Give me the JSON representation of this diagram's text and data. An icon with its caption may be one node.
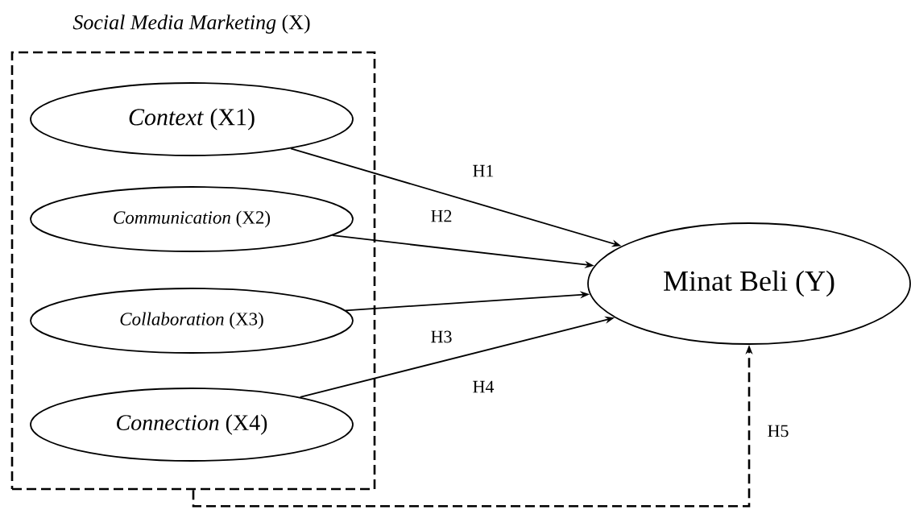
{
  "diagram": {
    "nodes": [
      {
        "text": [
          "*Social Media Marketing* (X)"
        ]
      },
      {
        "text": [
          "*Context* (X1)"
        ],
        "in": 0
      },
      {
        "text": [
          "*Communication* (X2)"
        ],
        "in": 0
      },
      {
        "text": [
          "*Collaboration* (X3)"
        ],
        "in": 0
      },
      {
        "text": [
          "*Connection* (X4)"
        ],
        "in": 0
      },
      {
        "text": [
          "Minat Beli (Y)"
        ]
      }
    ],
    "edges": [
      {
        "from": 1,
        "to": 5,
        "arrow": "to",
        "label": "H1"
      },
      {
        "from": 2,
        "to": 5,
        "arrow": "to",
        "label": "H2"
      },
      {
        "from": 3,
        "to": 5,
        "arrow": "to",
        "label": "H3"
      },
      {
        "from": 4,
        "to": 5,
        "arrow": "to",
        "label": "H4"
      },
      {
        "from": 0,
        "to": 5,
        "arrow": "to",
        "label": "H5",
        "style": "dashed"
      }
    ]
  }
}
